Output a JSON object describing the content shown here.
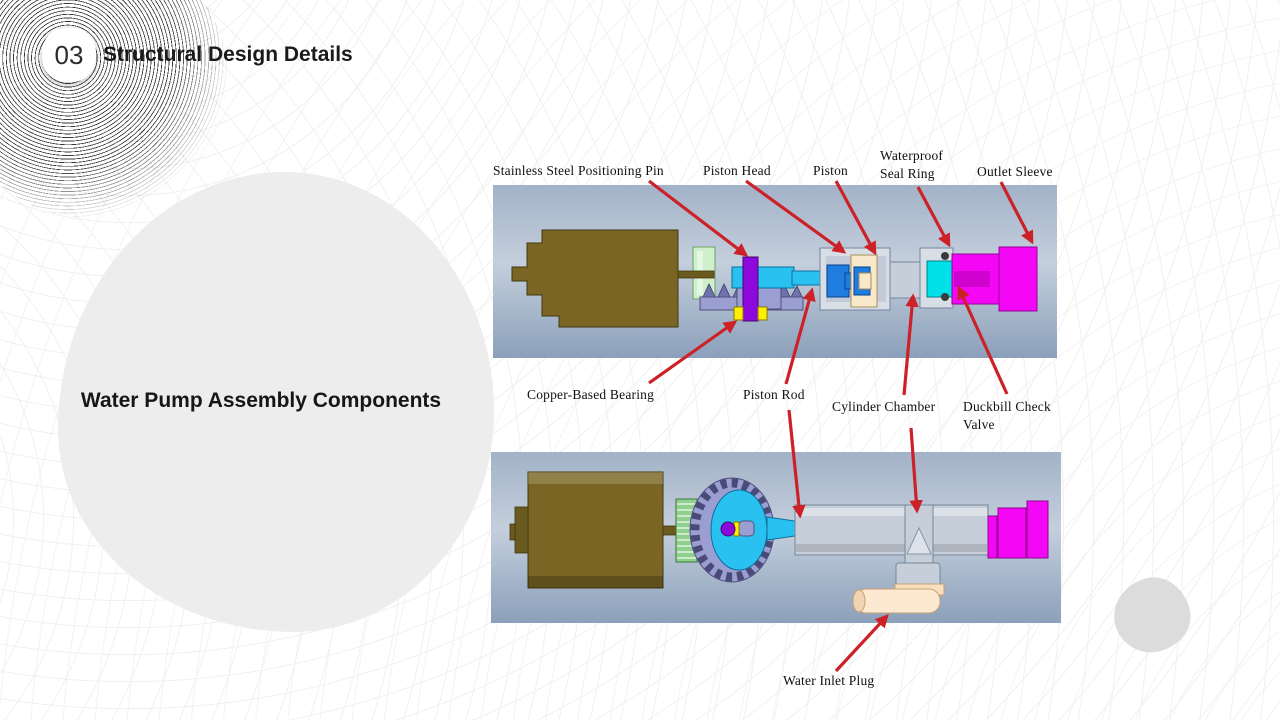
{
  "slide": {
    "badge": "03",
    "title": "Structural Design Details",
    "caption": "Water Pump Assembly Components"
  },
  "labels": {
    "positioning_pin": "Stainless Steel Positioning Pin",
    "piston_head": "Piston Head",
    "piston": "Piston",
    "waterproof_seal_ring": "Waterproof\nSeal Ring",
    "outlet_sleeve": "Outlet Sleeve",
    "copper_bearing": "Copper-Based Bearing",
    "piston_rod": "Piston Rod",
    "cylinder_chamber": "Cylinder Chamber",
    "duckbill_check_valve": "Duckbill Check\nValve",
    "water_inlet_plug": "Water Inlet Plug"
  },
  "colors": {
    "arrow": "#cd2128",
    "panel_top": "#a3b2c8",
    "panel_mid": "#c4cfdc",
    "panel_bottom": "#8ba0bb",
    "motor": "#7b6524",
    "shaft": "#6b5a1e",
    "green1": "#cfeecb",
    "green2": "#8fd08f",
    "lav": "#9b9ed1",
    "lavdark": "#6f72ad",
    "purple": "#8d08dd",
    "yellow": "#ffef00",
    "cyan": "#29c2f0",
    "blue": "#1f7de0",
    "cream": "#f7e9ca",
    "housing": "#d8dee6",
    "housing_inner": "#c2cbd7",
    "tube": "#c6cfd9",
    "duck": "#00e0e8",
    "mag": "#f407f4",
    "mag_bore": "#cf03cf",
    "oring": "#3b3b3b",
    "plug": "#fde9d1"
  }
}
